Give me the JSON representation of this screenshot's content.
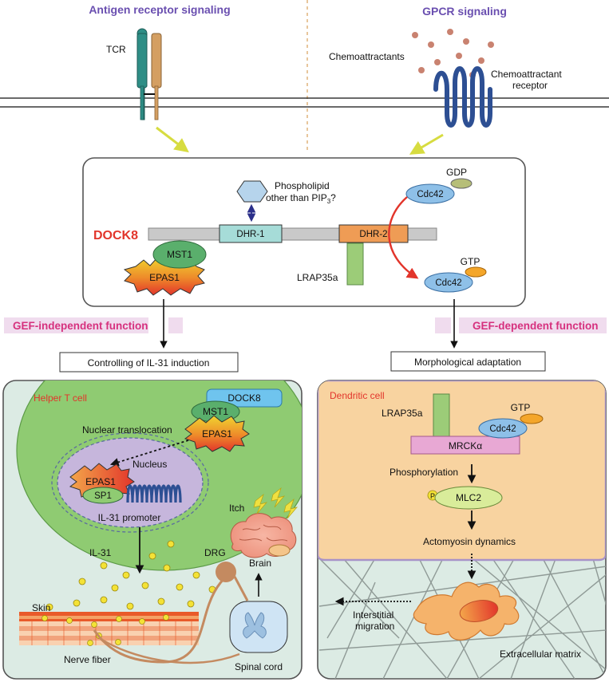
{
  "headers": {
    "left": "Antigen receptor signaling",
    "right": "GPCR signaling"
  },
  "membrane_labels": {
    "tcr": "TCR",
    "chemoattractants": "Chemoattractants",
    "receptor_line1": "Chemoattractant",
    "receptor_line2": "receptor"
  },
  "dock8_box": {
    "title": "DOCK8",
    "phospholipid_line1": "Phospholipid",
    "phospholipid_line2": "other than PIP",
    "phospholipid_sub": "3",
    "phospholipid_end": "?",
    "dhr1": "DHR-1",
    "dhr2": "DHR-2",
    "cdc42": "Cdc42",
    "gdp": "GDP",
    "gtp": "GTP",
    "mst1": "MST1",
    "epas1": "EPAS1",
    "lrap35a": "LRAP35a"
  },
  "functions": {
    "gef_independent": "GEF-independent function",
    "gef_dependent": "GEF-dependent function",
    "il31_induction": "Controlling of IL-31 induction",
    "morph_adaptation": "Morphological adaptation"
  },
  "helper_panel": {
    "cell": "Helper T cell",
    "dock8": "DOCK8",
    "mst1": "MST1",
    "epas1": "EPAS1",
    "nuclear_translocation": "Nuclear translocation",
    "nucleus": "Nucleus",
    "sp1": "SP1",
    "il31_promoter": "IL-31 promoter",
    "il31": "IL-31",
    "itch": "Itch",
    "brain": "Brain",
    "drg": "DRG",
    "skin": "Skin",
    "nerve_fiber": "Nerve fiber",
    "spinal_cord": "Spinal cord"
  },
  "dendritic_panel": {
    "cell": "Dendritic cell",
    "lrap35a": "LRAP35a",
    "gtp": "GTP",
    "cdc42": "Cdc42",
    "mrck": "MRCKα",
    "phosphorylation": "Phosphorylation",
    "p": "P",
    "mlc2": "MLC2",
    "actomyosin": "Actomyosin dynamics",
    "interstitial_line1": "Interstitial",
    "interstitial_line2": "migration",
    "ecm": "Extracellular matrix"
  },
  "colors": {
    "header": "#6a4fb0",
    "dock8": "#e2352b",
    "gef_band": "#f0dcee",
    "gef_text": "#d6317e",
    "helper_bg": "#dcebe4",
    "helper_cell": "#8fcb72",
    "nucleus": "#c6b6dc",
    "dendritic_bg": "#f8d3a0",
    "cdc42": "#8ec0e8",
    "mst1": "#5aaf6c",
    "lrap": "#9ccc78",
    "dhr1": "#a6dcd8",
    "dhr2": "#ef9c55",
    "mrck": "#e8a8d4",
    "mlc2": "#d9ec9a",
    "yellow_dot": "#f4e236"
  }
}
